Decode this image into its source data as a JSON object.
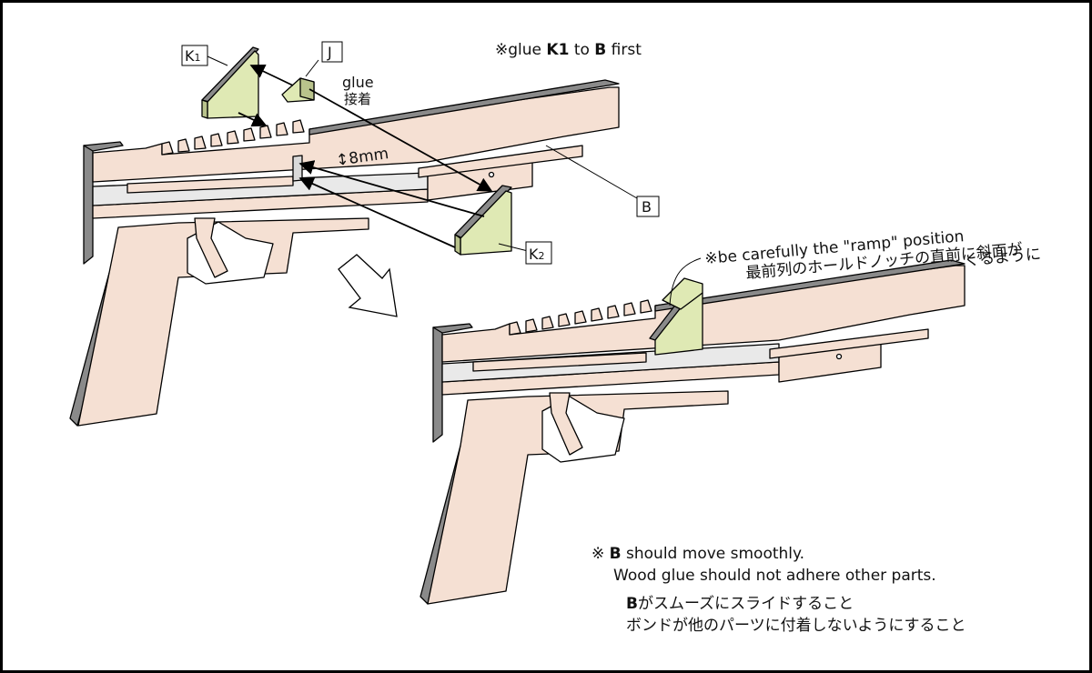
{
  "labels": {
    "k1_main": "K",
    "k1_sub": "1",
    "j": "J",
    "k2_main": "K",
    "k2_sub": "2",
    "b": "B",
    "glue_en": "glue",
    "glue_jp": "接着",
    "gap": "↕8mm"
  },
  "top_note": {
    "prefix": "※glue ",
    "k1": "K1",
    "mid": " to ",
    "b": "B",
    "suffix": " first"
  },
  "ramp_note": {
    "line1": "※be carefully the \"ramp\" position",
    "line2": "最前列のホールドノッチの直前に斜面が",
    "line3": "くるように"
  },
  "bottom_note": {
    "mark": "※ ",
    "b": "B",
    "line1_rest": " should move smoothly.",
    "line2": "Wood glue should not adhere other parts.",
    "jp_b": "B",
    "jp_line1_rest": "がスムーズにスライドすること",
    "jp_line2": "ボンドが他のパーツに付着しないようにすること"
  },
  "colors": {
    "wood": "#f5e0d3",
    "wood_shadow": "#8a8a8a",
    "glue_part": "#dfe9b4",
    "outline": "#000000",
    "slot": "#e9e9e9"
  }
}
